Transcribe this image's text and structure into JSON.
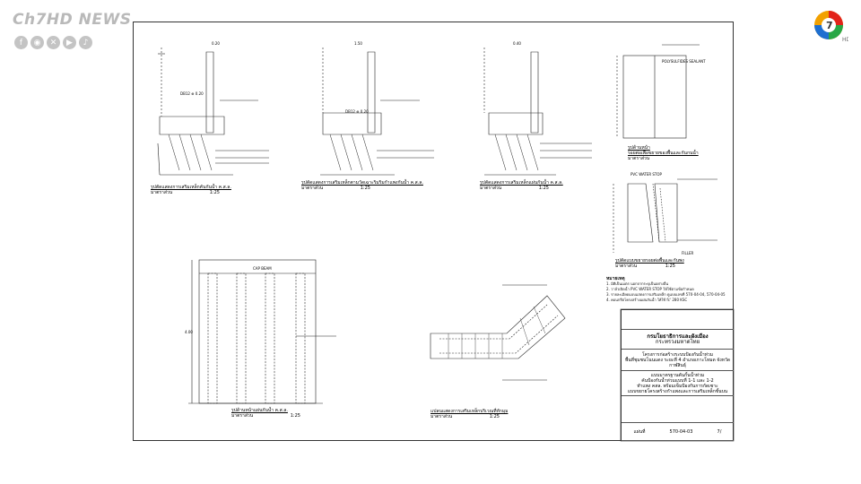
{
  "overlay": {
    "channel_logo_text": "Ch7HD NEWS",
    "social_icons": [
      "facebook-icon",
      "line-icon",
      "x-icon",
      "youtube-icon",
      "tiktok-icon"
    ],
    "network_logo": "ch7-logo",
    "network_logo_number": "7",
    "network_logo_suffix": "HD"
  },
  "drawing": {
    "captions": [
      {
        "title": "รูปตัดแสดงการเสริมเหล็กคันกันน้ำ ค.ส.ล.",
        "sub": "มาตราส่วน",
        "scale": "1:25"
      },
      {
        "title": "รูปตัดแสดงการเสริมเหล็กตามวัดเฉาะริมริมกำแพงกันน้ำ ค.ส.ล.",
        "sub": "มาตราส่วน",
        "scale": "1:25"
      },
      {
        "title": "รูปตัดแสดงการเสริมเหล็กแผ่นกันน้ำ ค.ส.ล.",
        "sub": "มาตราส่วน",
        "scale": "1:25"
      },
      {
        "title": "รูปด้านหน้าแผ่นกันน้ำ ค.ส.ล.",
        "sub": "มาตราส่วน",
        "scale": "1:25"
      },
      {
        "title": "แปลนแสดงการเสริมเหล็กบริเวณที่หักมุม",
        "sub": "มาตราส่วน",
        "scale": "1:25"
      },
      {
        "title": "รูปด้านหน้า",
        "sub": "รอยต่อเพื่อขยายของพื้นและกันกนน้ำ",
        "scale": "มาตราส่วน"
      },
      {
        "title": "รูปตัดแบบขยายรอยต่อพื้นและกันพง",
        "sub": "มาตราส่วน",
        "scale": "1:25"
      }
    ],
    "labels": {
      "cap_beam": "CAP BEAM",
      "db12_a": "DB12 ⊕ 0.20",
      "db12_b": "DB12 ⊕ 0.20",
      "dim_top": "0.20",
      "dim_mid": "1.50",
      "dim_side": "0.40",
      "pvc": "PVC WATER STOP",
      "sealant": "POLYSULFIDES SEALANT",
      "filler": "FILLER",
      "wall_height": "4.00"
    },
    "notes": {
      "heading": "หมายเหตุ",
      "items": [
        "1. มิติเป็นเมตร นอกจากระบุเป็นอย่างอื่น",
        "2. วาล์วเปิดน้ำ PVC WATER STOP ให้ใช้ตามข้อกำหนด",
        "3. รายละเอียดแบบแสดงการเสริมเหล็ก ดูแบบเลขที่ 570-04-04, 570-04-05",
        "4. คอนกรีตโครงสร้างแผ่นกันน้ำ ให้ใช้ fc' 280 KSC"
      ]
    },
    "title_block": {
      "org_line1": "กรมโยธาธิการและผังเมือง",
      "org_line2": "กระทรวงมหาดไทย",
      "project_line1": "โครงการก่อสร้างระบบป้องกันน้ำท่วม",
      "project_line2": "พื้นที่ชุมชนโนนแดง ระยะที่ 4 อำเภอเกาะโหมด จังหวัดกาฬสินธุ์",
      "sheet_title1": "แบบมาตรฐานคันกั้นน้ำท่วม",
      "sheet_title2": "คันป้องกันน้ำท่วมแบบที่ 1-1 และ 1-2",
      "sheet_title3": "ทำแพง คสล. พร้อมเข็มป้องกันการกัดเซาะ",
      "sheet_title4": "แบบขยายโครงสร้างกำแพงและการเสริมเหล็กชั้นบน",
      "sheet_no_label": "แผ่นที่",
      "sheet_no": "570-04-03",
      "sheet_count": "7/"
    }
  }
}
